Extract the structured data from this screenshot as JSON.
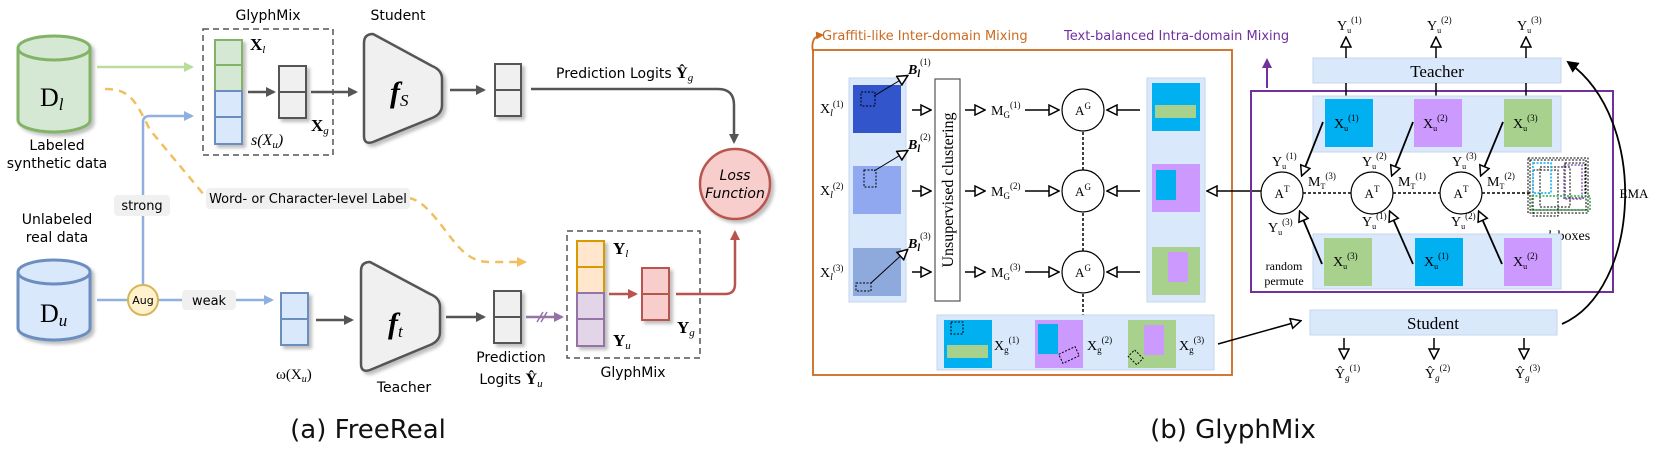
{
  "panel_a": {
    "caption": "(a) FreeReal",
    "labeled_db": {
      "symbol": "D",
      "sub": "l",
      "label_line1": "Labeled",
      "label_line2": "synthetic data"
    },
    "unlabeled_db": {
      "symbol": "D",
      "sub": "u",
      "label_line1": "Unlabeled",
      "label_line2": "real data"
    },
    "aug_node": "Aug",
    "strong_label": "strong",
    "weak_label": "weak",
    "label_tag": "Word- or Character-level Label",
    "glyphmix_top": {
      "title": "GlyphMix",
      "x_l": "X",
      "x_l_sub": "l",
      "s_xu": "s(X",
      "s_xu_sub": "u",
      "s_xu_close": ")",
      "x_g": "X",
      "x_g_sub": "g"
    },
    "student": {
      "title": "Student",
      "symbol": "f",
      "sub": "S"
    },
    "pred_logits_top": {
      "text": "Prediction Logits ",
      "sym": "Ŷ",
      "sub": "g"
    },
    "loss": {
      "line1": "Loss",
      "line2": "Function"
    },
    "omega_xu": {
      "text": "ω(X",
      "sub": "u",
      "close": ")"
    },
    "teacher": {
      "title": "Teacher",
      "symbol": "f",
      "sub": "t"
    },
    "pred_logits_bottom": {
      "line1": "Prediction",
      "line2": "Logits ",
      "sym": "Ŷ",
      "sub": "u"
    },
    "glyphmix_bottom": {
      "title": "GlyphMix",
      "y_l": "Y",
      "y_l_sub": "l",
      "y_u": "Y",
      "y_u_sub": "u",
      "y_g": "Y",
      "y_g_sub": "g"
    },
    "colors": {
      "green": "#82b366",
      "green_fill": "#d5e8d4",
      "blue": "#6c8ebf",
      "blue_fill": "#dae8fc",
      "orange": "#d79b00",
      "orange_fill": "#ffe6cc",
      "purple": "#9673a6",
      "purple_fill": "#e1d5e7",
      "red": "#b85450",
      "red_fill": "#f8cecc",
      "gray": "#666666",
      "gray_fill": "#f0f0f0",
      "yellow_dash": "#f0c060"
    }
  },
  "panel_b": {
    "caption": "(b) GlyphMix",
    "inter_title": "Graffiti-like Inter-domain Mixing",
    "intra_title": "Text-balanced Intra-domain Mixing",
    "x_l": [
      "X",
      "X",
      "X"
    ],
    "x_l_sub": "l",
    "x_l_sup": [
      "(1)",
      "(2)",
      "(3)"
    ],
    "b_l": "B",
    "b_l_sub": "l",
    "b_l_sup": [
      "(1)",
      "(2)",
      "(3)"
    ],
    "clustering": "Unsupervised clustering",
    "m_g": "M",
    "m_g_sub": "G",
    "m_g_sup": [
      "(1)",
      "(2)",
      "(3)"
    ],
    "a_g": "A",
    "a_g_sup": "G",
    "x_g": "X",
    "x_g_sub": "g",
    "x_g_sup": [
      "(1)",
      "(2)",
      "(3)"
    ],
    "teacher": "Teacher",
    "student": "Student",
    "y_u": "Y",
    "y_u_sub": "u",
    "y_u_sup_top": [
      "(1)",
      "(2)",
      "(3)"
    ],
    "x_u": "X",
    "x_u_sub": "u",
    "x_u_sup_top": [
      "(1)",
      "(2)",
      "(3)"
    ],
    "x_u_sup_bottom": [
      "(3)",
      "(1)",
      "(2)"
    ],
    "a_t": "A",
    "a_t_sup": "T",
    "m_t": "M",
    "m_t_sub": "T",
    "m_t_sup": [
      "(3)",
      "(1)",
      "(2)"
    ],
    "y_u_above_at": [
      "(1)",
      "(2)",
      "(3)"
    ],
    "y_u_below_at": [
      "(3)",
      "(1)",
      "(2)"
    ],
    "random_permute_1": "random",
    "random_permute_2": "permute",
    "k_boxes_k": "k",
    "k_boxes": " boxes",
    "ema": "EMA",
    "y_hat_g": "Ŷ",
    "y_hat_g_sub": "g",
    "y_hat_g_sup": [
      "(1)",
      "(2)",
      "(3)"
    ],
    "colors": {
      "inter_border": "#cc6a1e",
      "inter_text": "#cc6a1e",
      "intra_border": "#7030a0",
      "intra_text": "#7030a0",
      "panel_bg": "#dae8fc",
      "dark_blue": "#3355cc",
      "mid_blue": "#8fa8f0",
      "slate_blue": "#8ea9db",
      "cyan": "#00b0f0",
      "lavender": "#cc99ff",
      "sage": "#a9d18e"
    }
  }
}
